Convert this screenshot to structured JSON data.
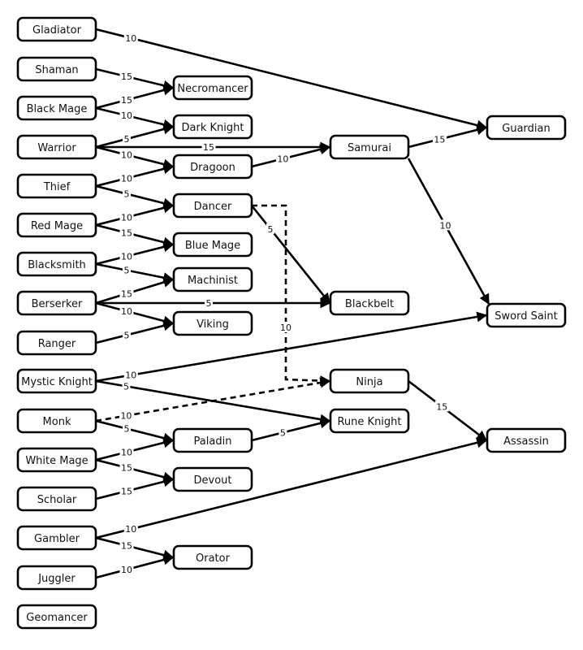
{
  "diagram": {
    "type": "job-class-graph",
    "columns": [
      {
        "tier": 1,
        "nodes": [
          "Gladiator",
          "Shaman",
          "Black Mage",
          "Warrior",
          "Thief",
          "Red Mage",
          "Blacksmith",
          "Berserker",
          "Ranger",
          "Mystic Knight",
          "Monk",
          "White Mage",
          "Scholar",
          "Gambler",
          "Juggler",
          "Geomancer"
        ]
      },
      {
        "tier": 2,
        "nodes": [
          "Necromancer",
          "Dark Knight",
          "Dragoon",
          "Dancer",
          "Blue Mage",
          "Machinist",
          "Viking",
          "Paladin",
          "Devout",
          "Orator"
        ]
      },
      {
        "tier": 3,
        "nodes": [
          "Samurai",
          "Blackbelt",
          "Ninja",
          "Rune Knight"
        ]
      },
      {
        "tier": 4,
        "nodes": [
          "Guardian",
          "Sword Saint",
          "Assassin"
        ]
      }
    ],
    "edges": [
      {
        "from": "Gladiator",
        "to": "Guardian",
        "label": "10",
        "style": "solid"
      },
      {
        "from": "Shaman",
        "to": "Necromancer",
        "label": "15",
        "style": "solid"
      },
      {
        "from": "Black Mage",
        "to": "Necromancer",
        "label": "15",
        "style": "solid"
      },
      {
        "from": "Black Mage",
        "to": "Dark Knight",
        "label": "10",
        "style": "solid"
      },
      {
        "from": "Warrior",
        "to": "Dark Knight",
        "label": "5",
        "style": "solid"
      },
      {
        "from": "Warrior",
        "to": "Samurai",
        "label": "15",
        "style": "solid"
      },
      {
        "from": "Warrior",
        "to": "Dragoon",
        "label": "10",
        "style": "solid"
      },
      {
        "from": "Thief",
        "to": "Dragoon",
        "label": "10",
        "style": "solid"
      },
      {
        "from": "Thief",
        "to": "Dancer",
        "label": "5",
        "style": "solid"
      },
      {
        "from": "Dragoon",
        "to": "Samurai",
        "label": "10",
        "style": "solid"
      },
      {
        "from": "Samurai",
        "to": "Guardian",
        "label": "15",
        "style": "solid"
      },
      {
        "from": "Samurai",
        "to": "Sword Saint",
        "label": "10",
        "style": "solid"
      },
      {
        "from": "Red Mage",
        "to": "Dancer",
        "label": "10",
        "style": "solid"
      },
      {
        "from": "Red Mage",
        "to": "Blue Mage",
        "label": "15",
        "style": "solid"
      },
      {
        "from": "Dancer",
        "to": "Blackbelt",
        "label": "5",
        "style": "solid"
      },
      {
        "from": "Dancer",
        "to": "Ninja",
        "label": "10",
        "style": "dashed"
      },
      {
        "from": "Blacksmith",
        "to": "Blue Mage",
        "label": "10",
        "style": "solid"
      },
      {
        "from": "Blacksmith",
        "to": "Machinist",
        "label": "5",
        "style": "solid"
      },
      {
        "from": "Berserker",
        "to": "Machinist",
        "label": "15",
        "style": "solid"
      },
      {
        "from": "Berserker",
        "to": "Blackbelt",
        "label": "5",
        "style": "solid"
      },
      {
        "from": "Berserker",
        "to": "Viking",
        "label": "10",
        "style": "solid"
      },
      {
        "from": "Ranger",
        "to": "Viking",
        "label": "5",
        "style": "solid"
      },
      {
        "from": "Mystic Knight",
        "to": "Sword Saint",
        "label": "10",
        "style": "solid"
      },
      {
        "from": "Mystic Knight",
        "to": "Rune Knight",
        "label": "5",
        "style": "solid"
      },
      {
        "from": "Monk",
        "to": "Ninja",
        "label": "10",
        "style": "dashed"
      },
      {
        "from": "Monk",
        "to": "Paladin",
        "label": "5",
        "style": "solid"
      },
      {
        "from": "Ninja",
        "to": "Assassin",
        "label": "15",
        "style": "solid"
      },
      {
        "from": "Paladin",
        "to": "Rune Knight",
        "label": "5",
        "style": "solid"
      },
      {
        "from": "White Mage",
        "to": "Paladin",
        "label": "10",
        "style": "solid"
      },
      {
        "from": "White Mage",
        "to": "Devout",
        "label": "15",
        "style": "solid"
      },
      {
        "from": "Scholar",
        "to": "Devout",
        "label": "15",
        "style": "solid"
      },
      {
        "from": "Gambler",
        "to": "Assassin",
        "label": "10",
        "style": "solid"
      },
      {
        "from": "Gambler",
        "to": "Orator",
        "label": "15",
        "style": "solid"
      },
      {
        "from": "Juggler",
        "to": "Orator",
        "label": "10",
        "style": "solid"
      }
    ]
  }
}
